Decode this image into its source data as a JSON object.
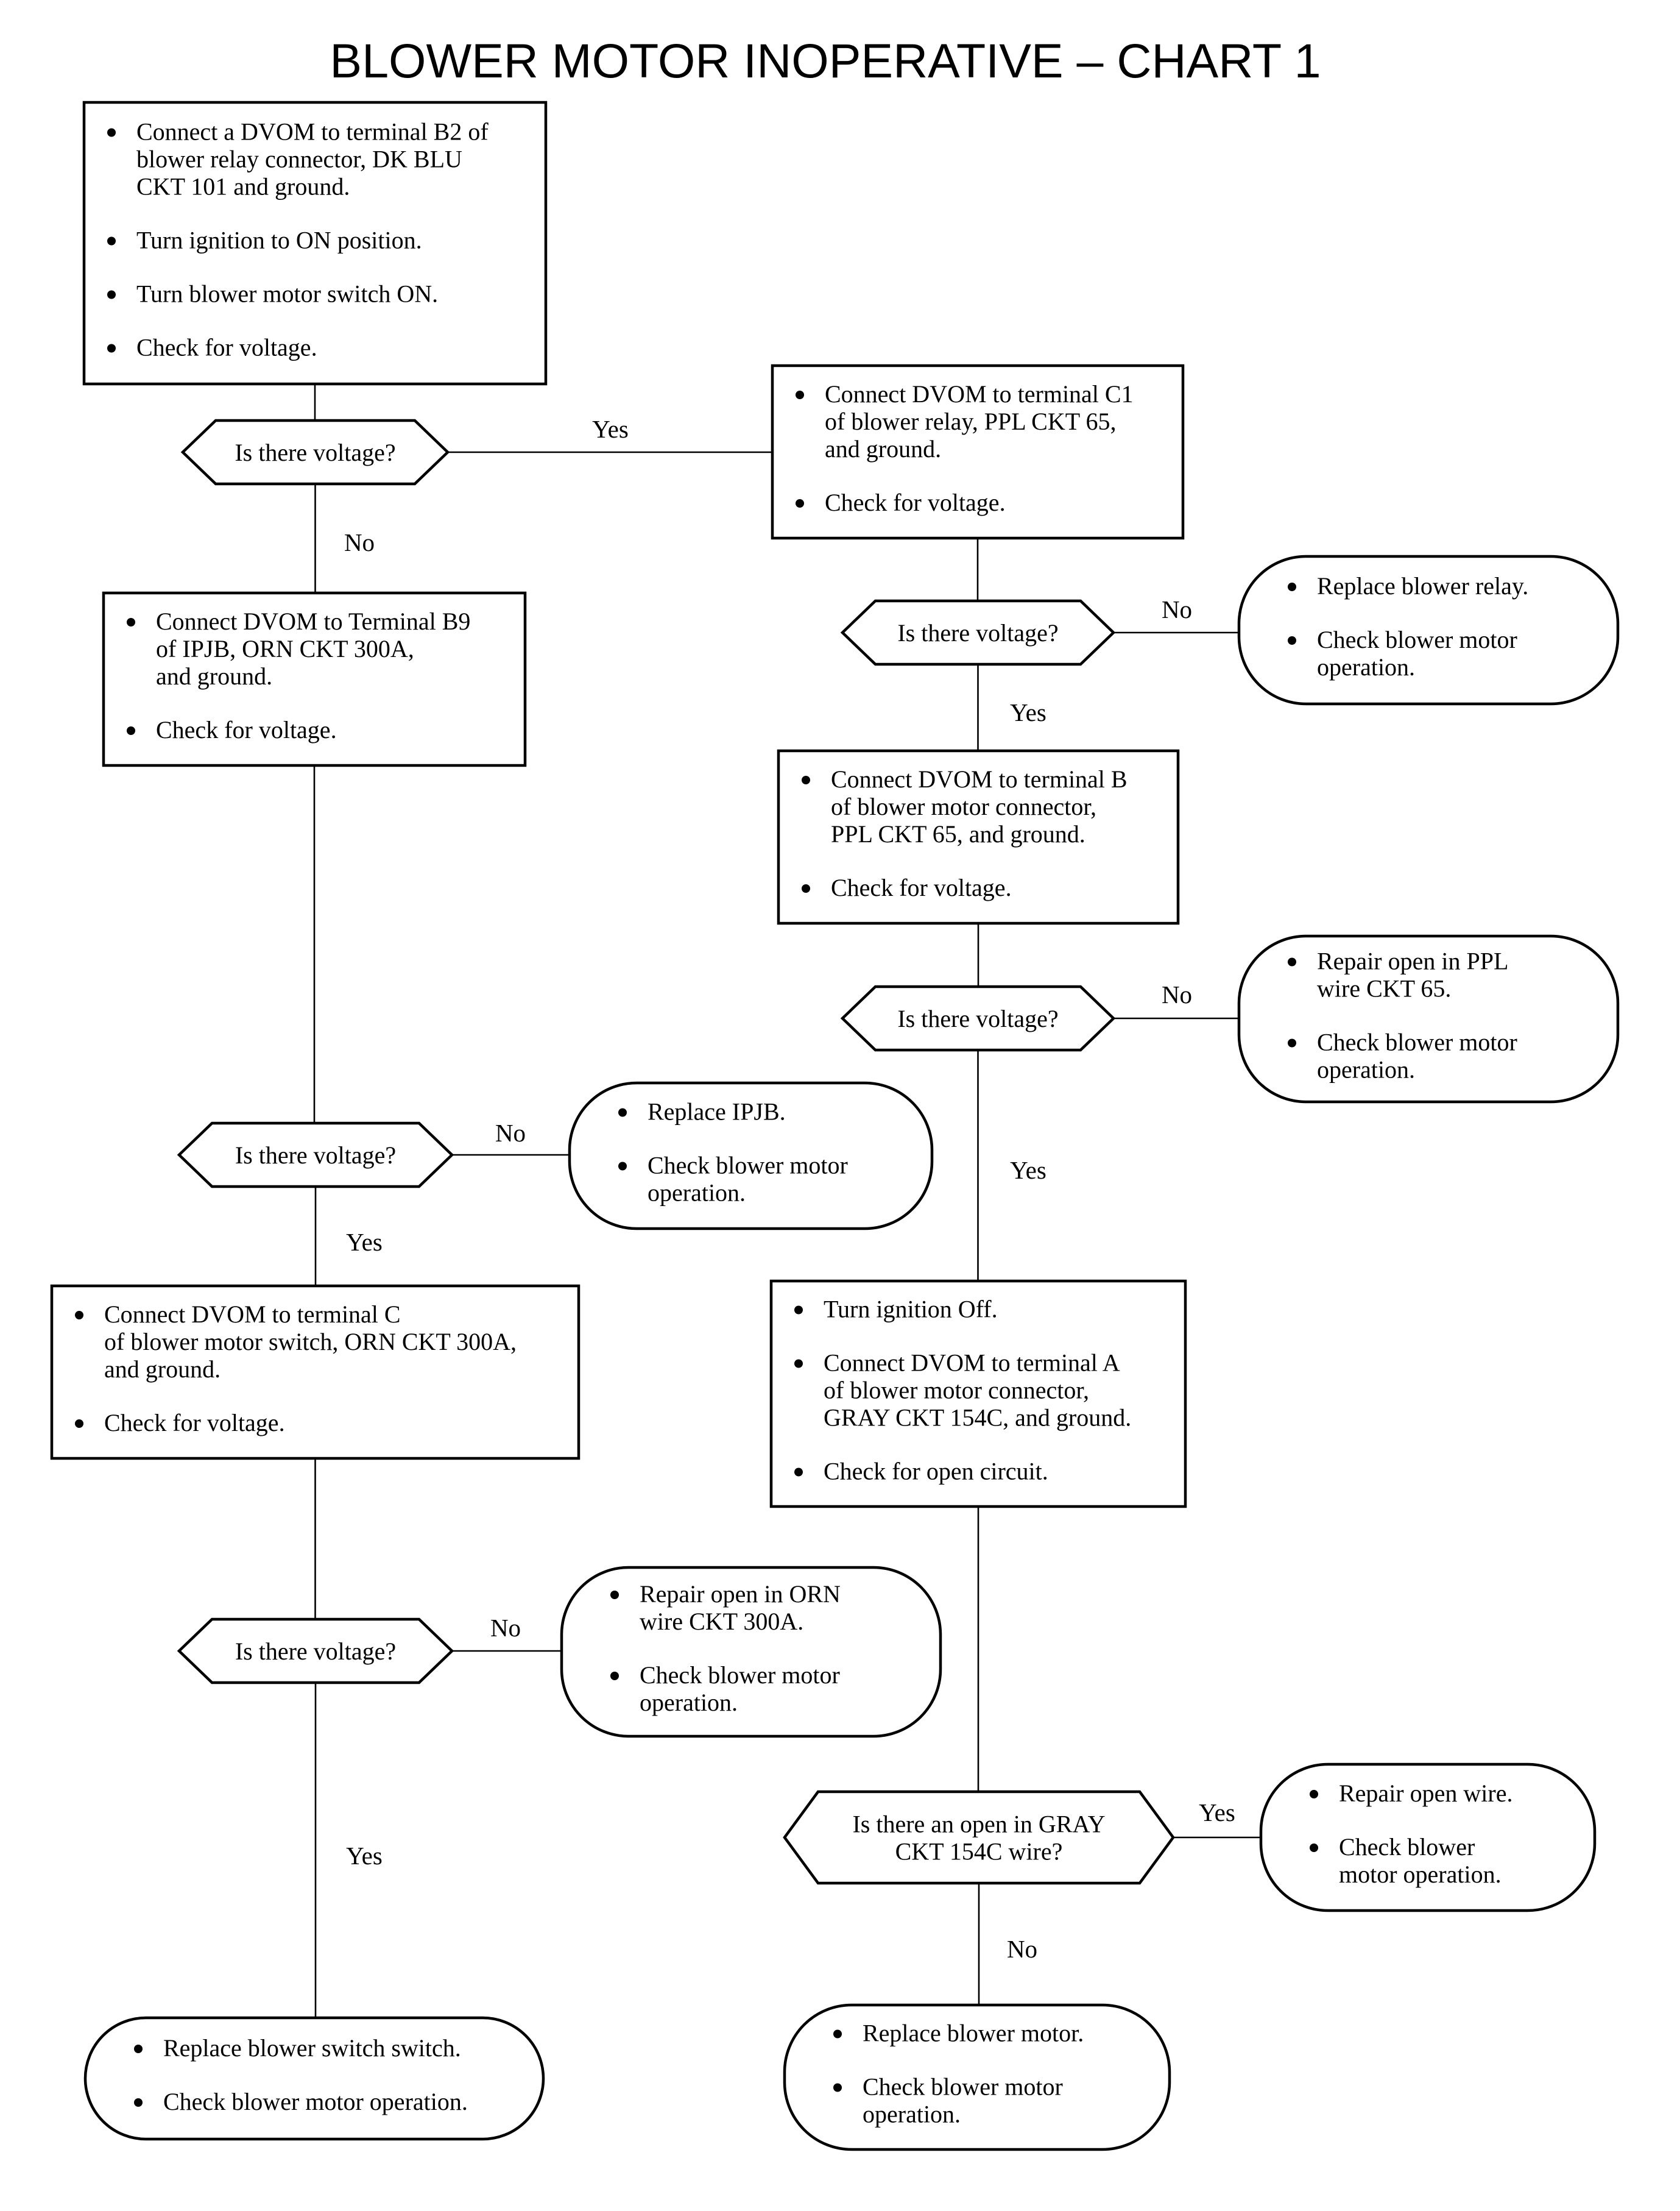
{
  "title": "BLOWER MOTOR INOPERATIVE – CHART 1",
  "nodes": {
    "s1": {
      "items": [
        [
          "Connect a DVOM to terminal B2 of",
          "blower relay connector, DK BLU",
          "CKT 101 and ground."
        ],
        [
          "Turn ignition to ON position."
        ],
        [
          "Turn blower motor switch ON."
        ],
        [
          "Check for voltage."
        ]
      ]
    },
    "d1": {
      "lines": [
        "Is there voltage?"
      ]
    },
    "s2": {
      "items": [
        [
          "Connect DVOM to terminal C1",
          "of blower relay, PPL CKT 65,",
          "and ground."
        ],
        [
          "Check for voltage."
        ]
      ]
    },
    "s3": {
      "items": [
        [
          "Connect DVOM to Terminal B9",
          "of IPJB, ORN CKT 300A,",
          "and ground."
        ],
        [
          "Check for voltage."
        ]
      ]
    },
    "d2": {
      "lines": [
        "Is there voltage?"
      ]
    },
    "t1": {
      "items": [
        [
          "Replace blower relay."
        ],
        [
          "Check blower motor",
          "operation."
        ]
      ]
    },
    "s4": {
      "items": [
        [
          "Connect DVOM to terminal B",
          "of blower motor connector,",
          "PPL CKT 65, and ground."
        ],
        [
          "Check for voltage."
        ]
      ]
    },
    "d3": {
      "lines": [
        "Is there voltage?"
      ]
    },
    "t2": {
      "items": [
        [
          "Repair open in PPL",
          "wire CKT 65."
        ],
        [
          "Check blower motor",
          "operation."
        ]
      ]
    },
    "d4": {
      "lines": [
        "Is there voltage?"
      ]
    },
    "t3": {
      "items": [
        [
          "Replace IPJB."
        ],
        [
          "Check blower motor",
          "operation."
        ]
      ]
    },
    "s5": {
      "items": [
        [
          "Connect DVOM to terminal C",
          "of blower motor switch, ORN CKT 300A,",
          "and ground."
        ],
        [
          "Check for voltage."
        ]
      ]
    },
    "s6": {
      "items": [
        [
          "Turn ignition Off."
        ],
        [
          "Connect DVOM to terminal A",
          "of blower motor connector,",
          "GRAY CKT 154C, and ground."
        ],
        [
          "Check for open circuit."
        ]
      ]
    },
    "d5": {
      "lines": [
        "Is there voltage?"
      ]
    },
    "t4": {
      "items": [
        [
          "Repair open in ORN",
          "wire CKT 300A."
        ],
        [
          "Check blower motor",
          "operation."
        ]
      ]
    },
    "d6": {
      "lines": [
        "Is there an open in GRAY",
        "CKT 154C wire?"
      ]
    },
    "t5": {
      "items": [
        [
          "Repair open wire."
        ],
        [
          "Check blower",
          "motor operation."
        ]
      ]
    },
    "t6": {
      "items": [
        [
          "Replace blower switch switch."
        ],
        [
          "Check blower motor operation."
        ]
      ]
    },
    "t7": {
      "items": [
        [
          "Replace blower motor."
        ],
        [
          "Check blower motor",
          "operation."
        ]
      ]
    }
  },
  "edges": [
    {
      "from": "s1",
      "to": "d1",
      "label": ""
    },
    {
      "from": "d1",
      "to": "s2",
      "label": "Yes"
    },
    {
      "from": "d1",
      "to": "s3",
      "label": "No"
    },
    {
      "from": "s2",
      "to": "d2",
      "label": ""
    },
    {
      "from": "d2",
      "to": "t1",
      "label": "No"
    },
    {
      "from": "d2",
      "to": "s4",
      "label": "Yes"
    },
    {
      "from": "s4",
      "to": "d3",
      "label": ""
    },
    {
      "from": "d3",
      "to": "t2",
      "label": "No"
    },
    {
      "from": "d3",
      "to": "s6",
      "label": "Yes"
    },
    {
      "from": "s3",
      "to": "d4",
      "label": ""
    },
    {
      "from": "d4",
      "to": "t3",
      "label": "No"
    },
    {
      "from": "d4",
      "to": "s5",
      "label": "Yes"
    },
    {
      "from": "s5",
      "to": "d5",
      "label": ""
    },
    {
      "from": "d5",
      "to": "t4",
      "label": "No"
    },
    {
      "from": "d5",
      "to": "t6",
      "label": "Yes"
    },
    {
      "from": "s6",
      "to": "d6",
      "label": ""
    },
    {
      "from": "d6",
      "to": "t5",
      "label": "Yes"
    },
    {
      "from": "d6",
      "to": "t7",
      "label": "No"
    }
  ]
}
